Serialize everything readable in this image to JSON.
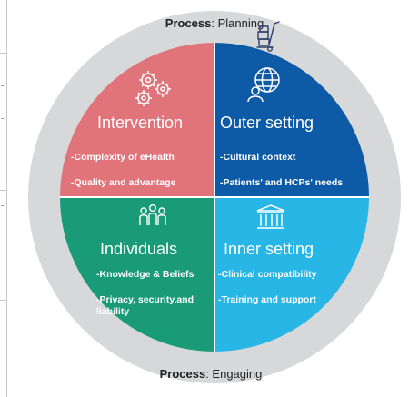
{
  "process_top": {
    "bold": "Process",
    "rest": ": Planning"
  },
  "process_bottom": {
    "bold": "Process",
    "rest": ": Engaging"
  },
  "colors": {
    "ring": "#d7d8d9",
    "intervention": "#e0747a",
    "outer_setting": "#0d5aa7",
    "individuals": "#1a9b77",
    "inner_setting": "#27b6e6"
  },
  "quadrants": {
    "intervention": {
      "title": "Intervention",
      "icon": "gears-icon",
      "items": [
        "-Complexity of eHealth",
        "-Quality and advantage"
      ]
    },
    "outer_setting": {
      "title": "Outer setting",
      "icon": "globe-person-icon",
      "items": [
        "-Cultural context",
        "-Patients' and HCPs' needs"
      ]
    },
    "individuals": {
      "title": "Individuals",
      "icon": "people-group-icon",
      "items": [
        "-Knowledge & Beliefs",
        "-Privacy, security,and",
        "liability"
      ]
    },
    "inner_setting": {
      "title": "Inner setting",
      "icon": "building-columns-icon",
      "items": [
        "-Clinical compatibility",
        "-Training and support"
      ]
    }
  }
}
